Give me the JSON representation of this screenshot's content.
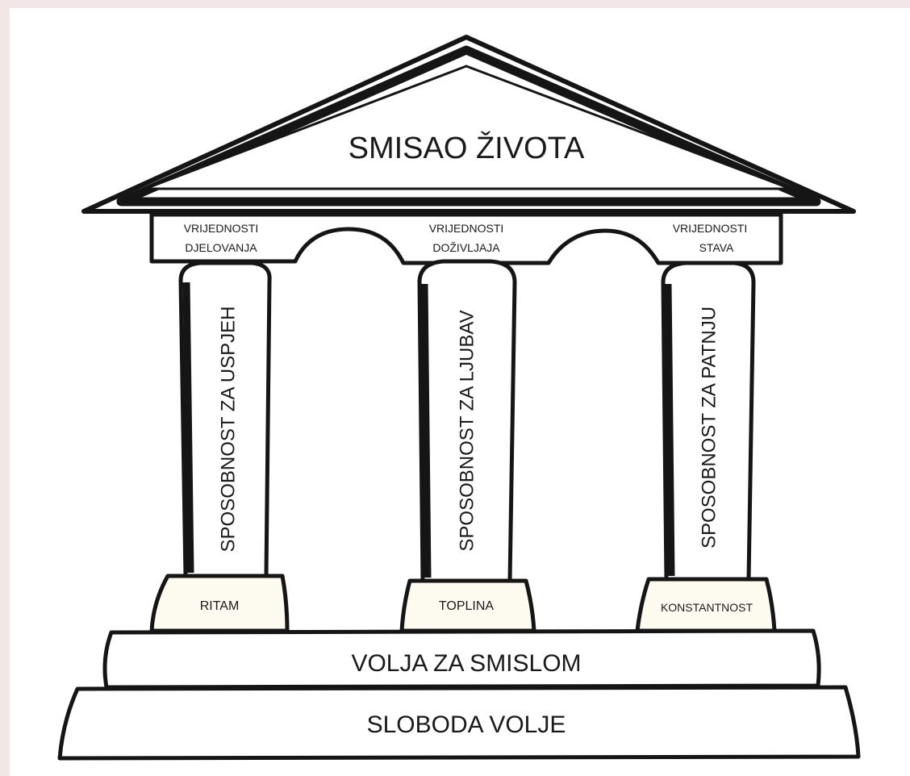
{
  "roof": {
    "label": "SMISAO ŽIVOTA"
  },
  "lintel": {
    "left": {
      "line1": "VRIJEDNOSTI",
      "line2": "DJELOVANJA"
    },
    "center": {
      "line1": "VRIJEDNOSTI",
      "line2": "DOŽIVLJAJA"
    },
    "right": {
      "line1": "VRIJEDNOSTI",
      "line2": "STAVA"
    }
  },
  "columns": {
    "left": {
      "label": "SPOSOBNOST ZA USPJEH",
      "base": "RITAM"
    },
    "center": {
      "label": "SPOSOBNOST ZA LJUBAV",
      "base": "TOPLINA"
    },
    "right": {
      "label": "SPOSOBNOST ZA PATNJU",
      "base": "KONSTANTNOST"
    }
  },
  "steps": {
    "upper": "VOLJA ZA SMISLOM",
    "lower": "SLOBODA VOLJE"
  }
}
